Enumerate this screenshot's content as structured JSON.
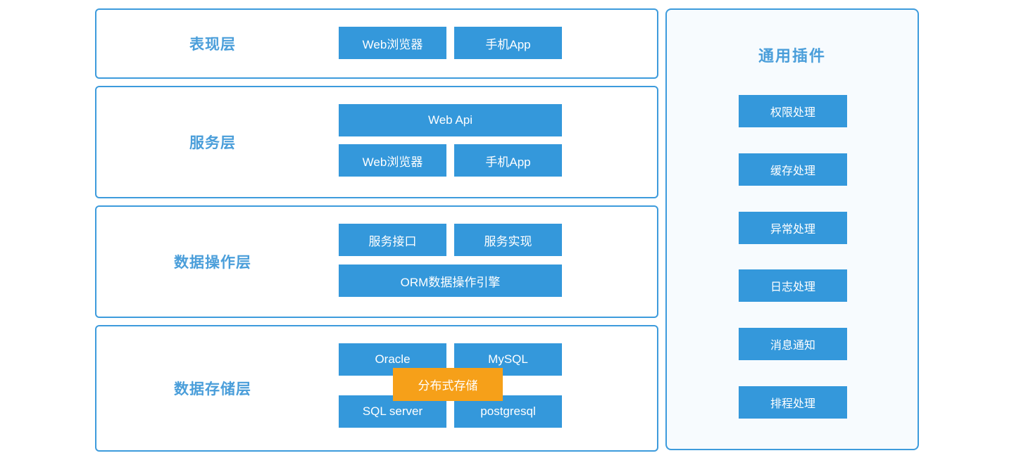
{
  "palette": {
    "box_blue": "#3498db",
    "border_blue": "#3d9bdc",
    "title_blue": "#4a9eda",
    "accent_orange": "#f6a019",
    "panel_background": "#f7fbfe",
    "box_text": "#ffffff"
  },
  "layers": [
    {
      "title": "表现层",
      "boxes": [
        "Web浏览器",
        "手机App"
      ]
    },
    {
      "title": "服务层",
      "boxes": [
        "Web Api",
        "Web浏览器",
        "手机App"
      ]
    },
    {
      "title": "数据操作层",
      "boxes": [
        "服务接口",
        "服务实现",
        "ORM数据操作引擎"
      ]
    },
    {
      "title": "数据存储层",
      "boxes": [
        "Oracle",
        "MySQL",
        "SQL server",
        "postgresql",
        "分布式存储"
      ]
    }
  ],
  "plugins_panel": {
    "title": "通用插件",
    "items": [
      "权限处理",
      "缓存处理",
      "异常处理",
      "日志处理",
      "消息通知",
      "排程处理"
    ]
  }
}
